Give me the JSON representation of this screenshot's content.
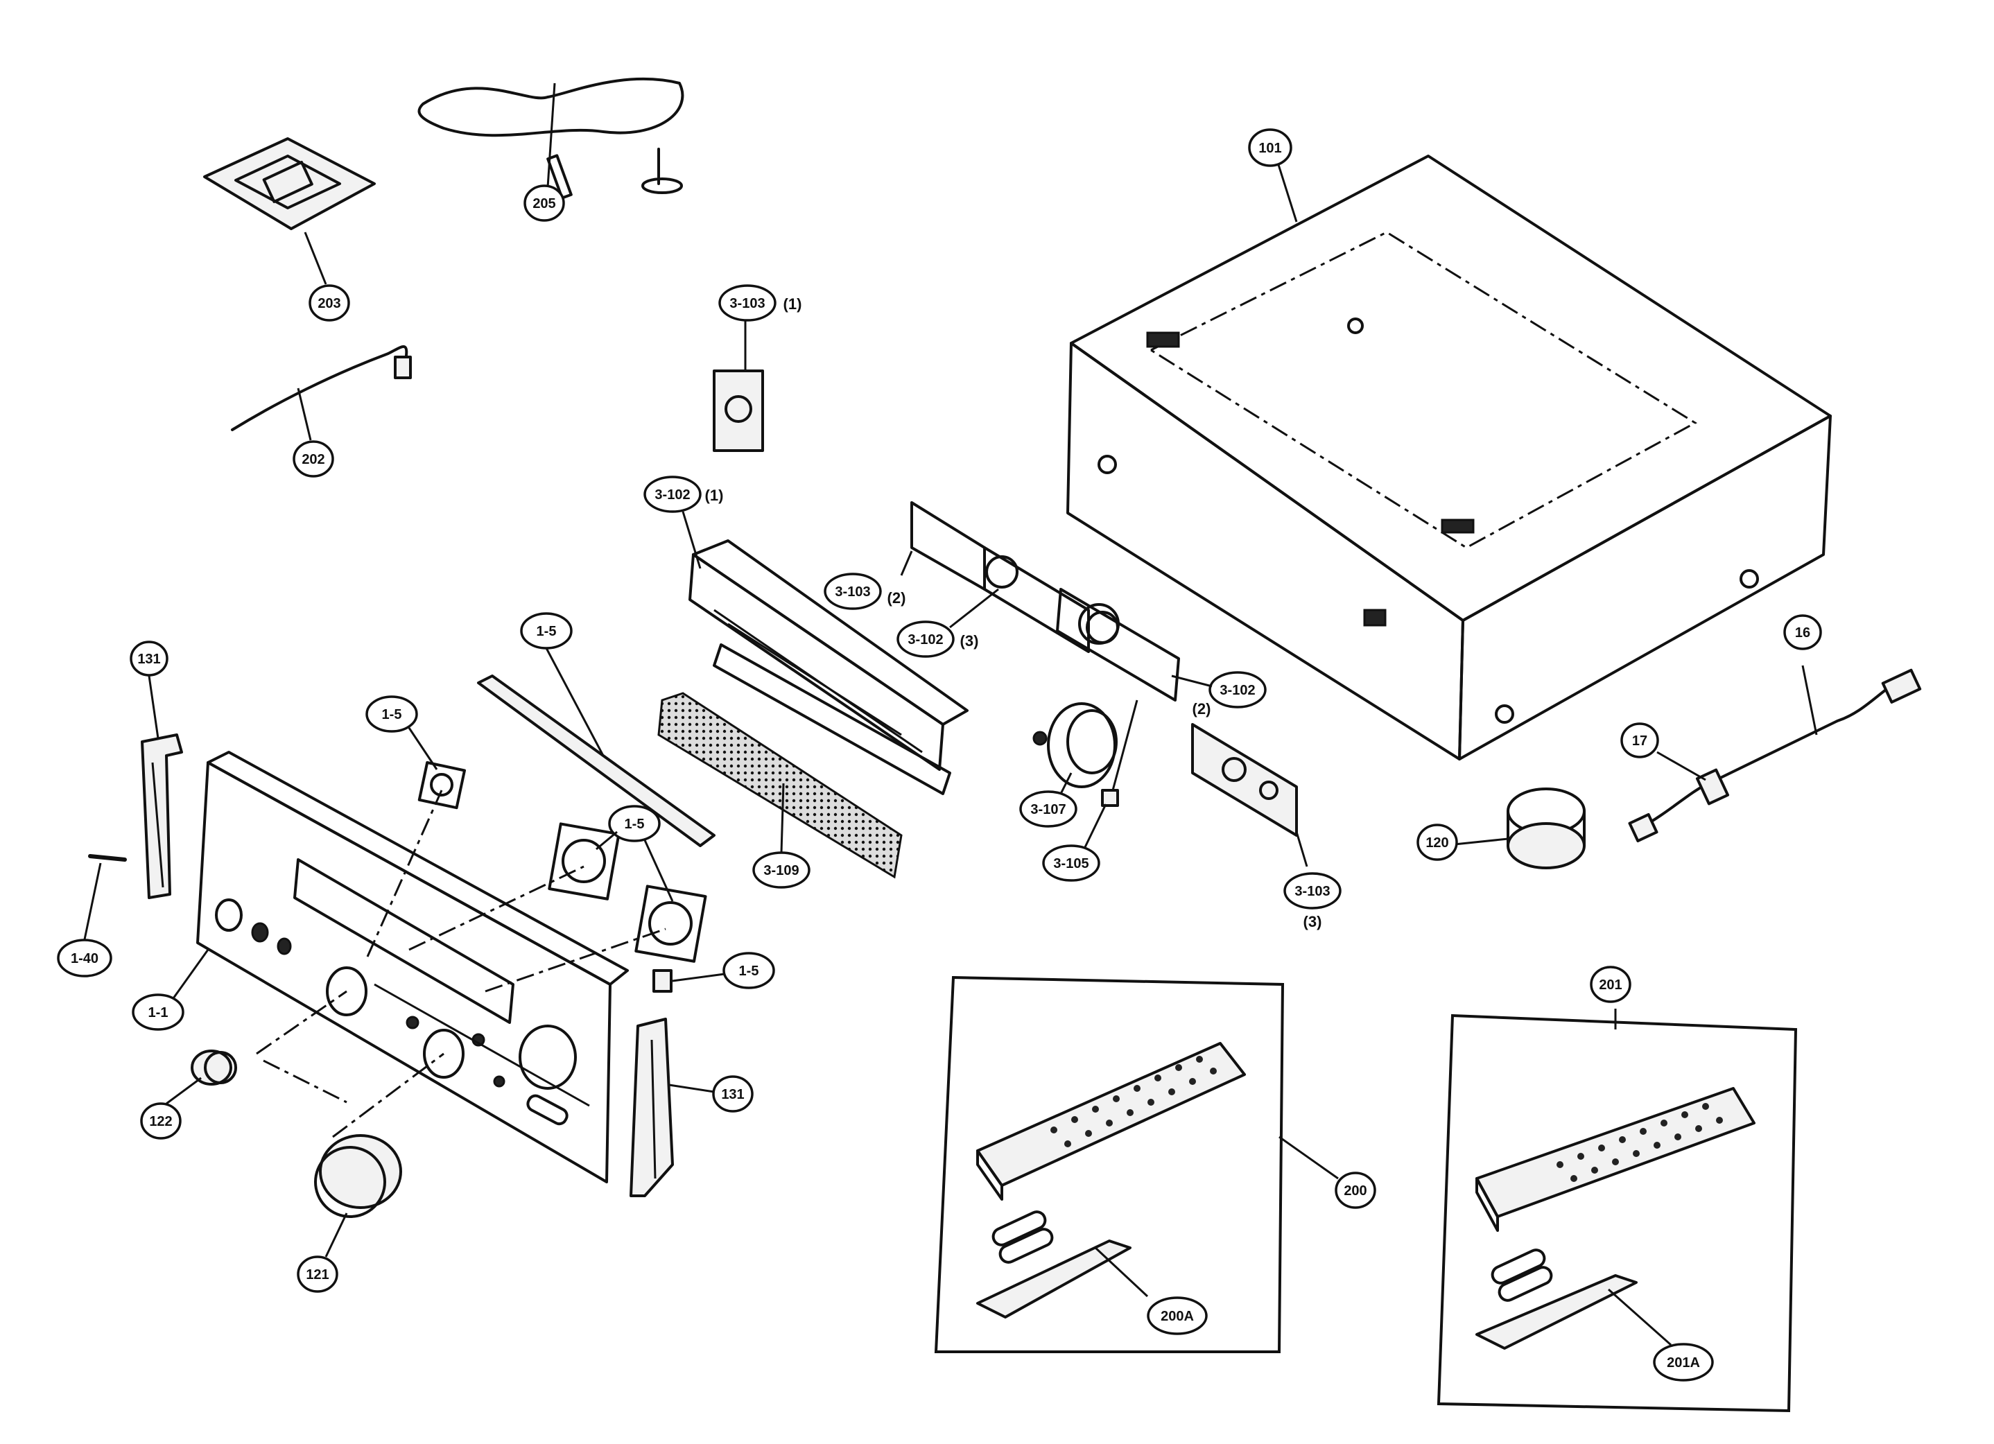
{
  "diagram": {
    "callouts": {
      "c101": "101",
      "c16": "16",
      "c17": "17",
      "c120": "120",
      "c205": "205",
      "c203": "203",
      "c202": "202",
      "c3103_top": "3-103",
      "c3103_mid": "3-103",
      "c3103_low": "3-103",
      "c3102_left": "3-102",
      "c3102_mid": "3-102",
      "c3102_right": "3-102",
      "c3109": "3-109",
      "c3107": "3-107",
      "c3105": "3-105",
      "c131_top": "131",
      "c131_bottom": "131",
      "c1_5_a": "1-5",
      "c1_5_b": "1-5",
      "c1_5_c": "1-5",
      "c1_5_d": "1-5",
      "c1_40": "1-40",
      "c1_1": "1-1",
      "c122": "122",
      "c121": "121",
      "c200": "200",
      "c200A": "200A",
      "c201": "201",
      "c201A": "201A"
    },
    "quantities": {
      "q3103_top": "(1)",
      "q3102_left": "(1)",
      "q3103_mid": "(2)",
      "q3102_mid": "(3)",
      "q3102_right": "(2)",
      "q3103_low": "(3)"
    }
  }
}
